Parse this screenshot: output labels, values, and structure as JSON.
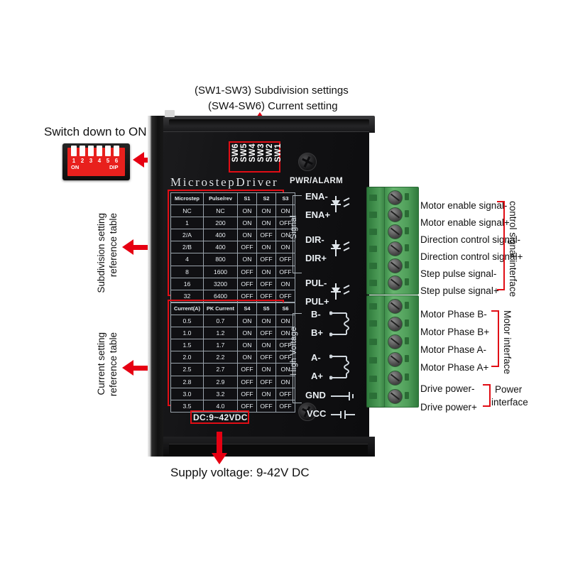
{
  "annotations": {
    "top_note_line1": "(SW1-SW3) Subdivision settings",
    "top_note_line2": "(SW4-SW6) Current setting",
    "switch_note": "Switch down to ON",
    "subdivision_table_note": "Subdivision setting\nreference table",
    "subdivision_table_note_l1": "Subdivision setting",
    "subdivision_table_note_l2": "reference table",
    "current_table_note_l1": "Current setting",
    "current_table_note_l2": "reference table",
    "supply_voltage_note": "Supply voltage: 9-42V DC",
    "control_signal_interface": "control signal interface",
    "motor_interface": "Motor interface",
    "power_interface_l1": "Power",
    "power_interface_l2": "interface"
  },
  "driver": {
    "brand": "MicrostepDriver",
    "pwr_alarm_label": "PWR/ALARM",
    "dc_label": "DC:9~42VDC",
    "sw_labels": [
      "SW6",
      "SW5",
      "SW4",
      "SW3",
      "SW2",
      "SW1"
    ],
    "signal_group_label": "Signal",
    "high_voltage_group_label": "High Voltage",
    "signal_pins": [
      "ENA-",
      "ENA+",
      "DIR-",
      "DIR+",
      "PUL-",
      "PUL+"
    ],
    "power_pins": [
      "B-",
      "B+",
      "A-",
      "A+",
      "GND",
      "VCC"
    ]
  },
  "dip_switch": {
    "numbers": [
      "1",
      "2",
      "3",
      "4",
      "5",
      "6"
    ],
    "on_label": "ON",
    "dip_label": "DIP",
    "body_color": "#e8201d"
  },
  "subdivision_table": {
    "headers": [
      "Microstep",
      "Pulse/rev",
      "S1",
      "S2",
      "S3"
    ],
    "rows": [
      [
        "NC",
        "NC",
        "ON",
        "ON",
        "ON"
      ],
      [
        "1",
        "200",
        "ON",
        "ON",
        "OFF"
      ],
      [
        "2/A",
        "400",
        "ON",
        "OFF",
        "ON"
      ],
      [
        "2/B",
        "400",
        "OFF",
        "ON",
        "ON"
      ],
      [
        "4",
        "800",
        "ON",
        "OFF",
        "OFF"
      ],
      [
        "8",
        "1600",
        "OFF",
        "ON",
        "OFF"
      ],
      [
        "16",
        "3200",
        "OFF",
        "OFF",
        "ON"
      ],
      [
        "32",
        "6400",
        "OFF",
        "OFF",
        "OFF"
      ]
    ]
  },
  "current_table": {
    "headers": [
      "Current(A)",
      "PK Current",
      "S4",
      "S5",
      "S6"
    ],
    "rows": [
      [
        "0.5",
        "0.7",
        "ON",
        "ON",
        "ON"
      ],
      [
        "1.0",
        "1.2",
        "ON",
        "OFF",
        "ON"
      ],
      [
        "1.5",
        "1.7",
        "ON",
        "ON",
        "OFF"
      ],
      [
        "2.0",
        "2.2",
        "ON",
        "OFF",
        "OFF"
      ],
      [
        "2.5",
        "2.7",
        "OFF",
        "ON",
        "ON"
      ],
      [
        "2.8",
        "2.9",
        "OFF",
        "OFF",
        "ON"
      ],
      [
        "3.0",
        "3.2",
        "OFF",
        "ON",
        "OFF"
      ],
      [
        "3.5",
        "4.0",
        "OFF",
        "OFF",
        "OFF"
      ]
    ]
  },
  "terminal_labels": {
    "control": [
      "Motor enable signal-",
      "Motor enable signal+",
      "Direction control signal-",
      "Direction control signal+",
      "Step pulse signal-",
      "Step pulse signal+"
    ],
    "motor": [
      "Motor Phase B-",
      "Motor Phase B+",
      "Motor Phase A-",
      "Motor Phase A+"
    ],
    "power": [
      "Drive power-",
      "Drive power+"
    ]
  },
  "colors": {
    "arrow_red": "#e60012",
    "box_red": "#e10d15",
    "connector_green": "#4f9e59",
    "case_black": "#121214"
  }
}
